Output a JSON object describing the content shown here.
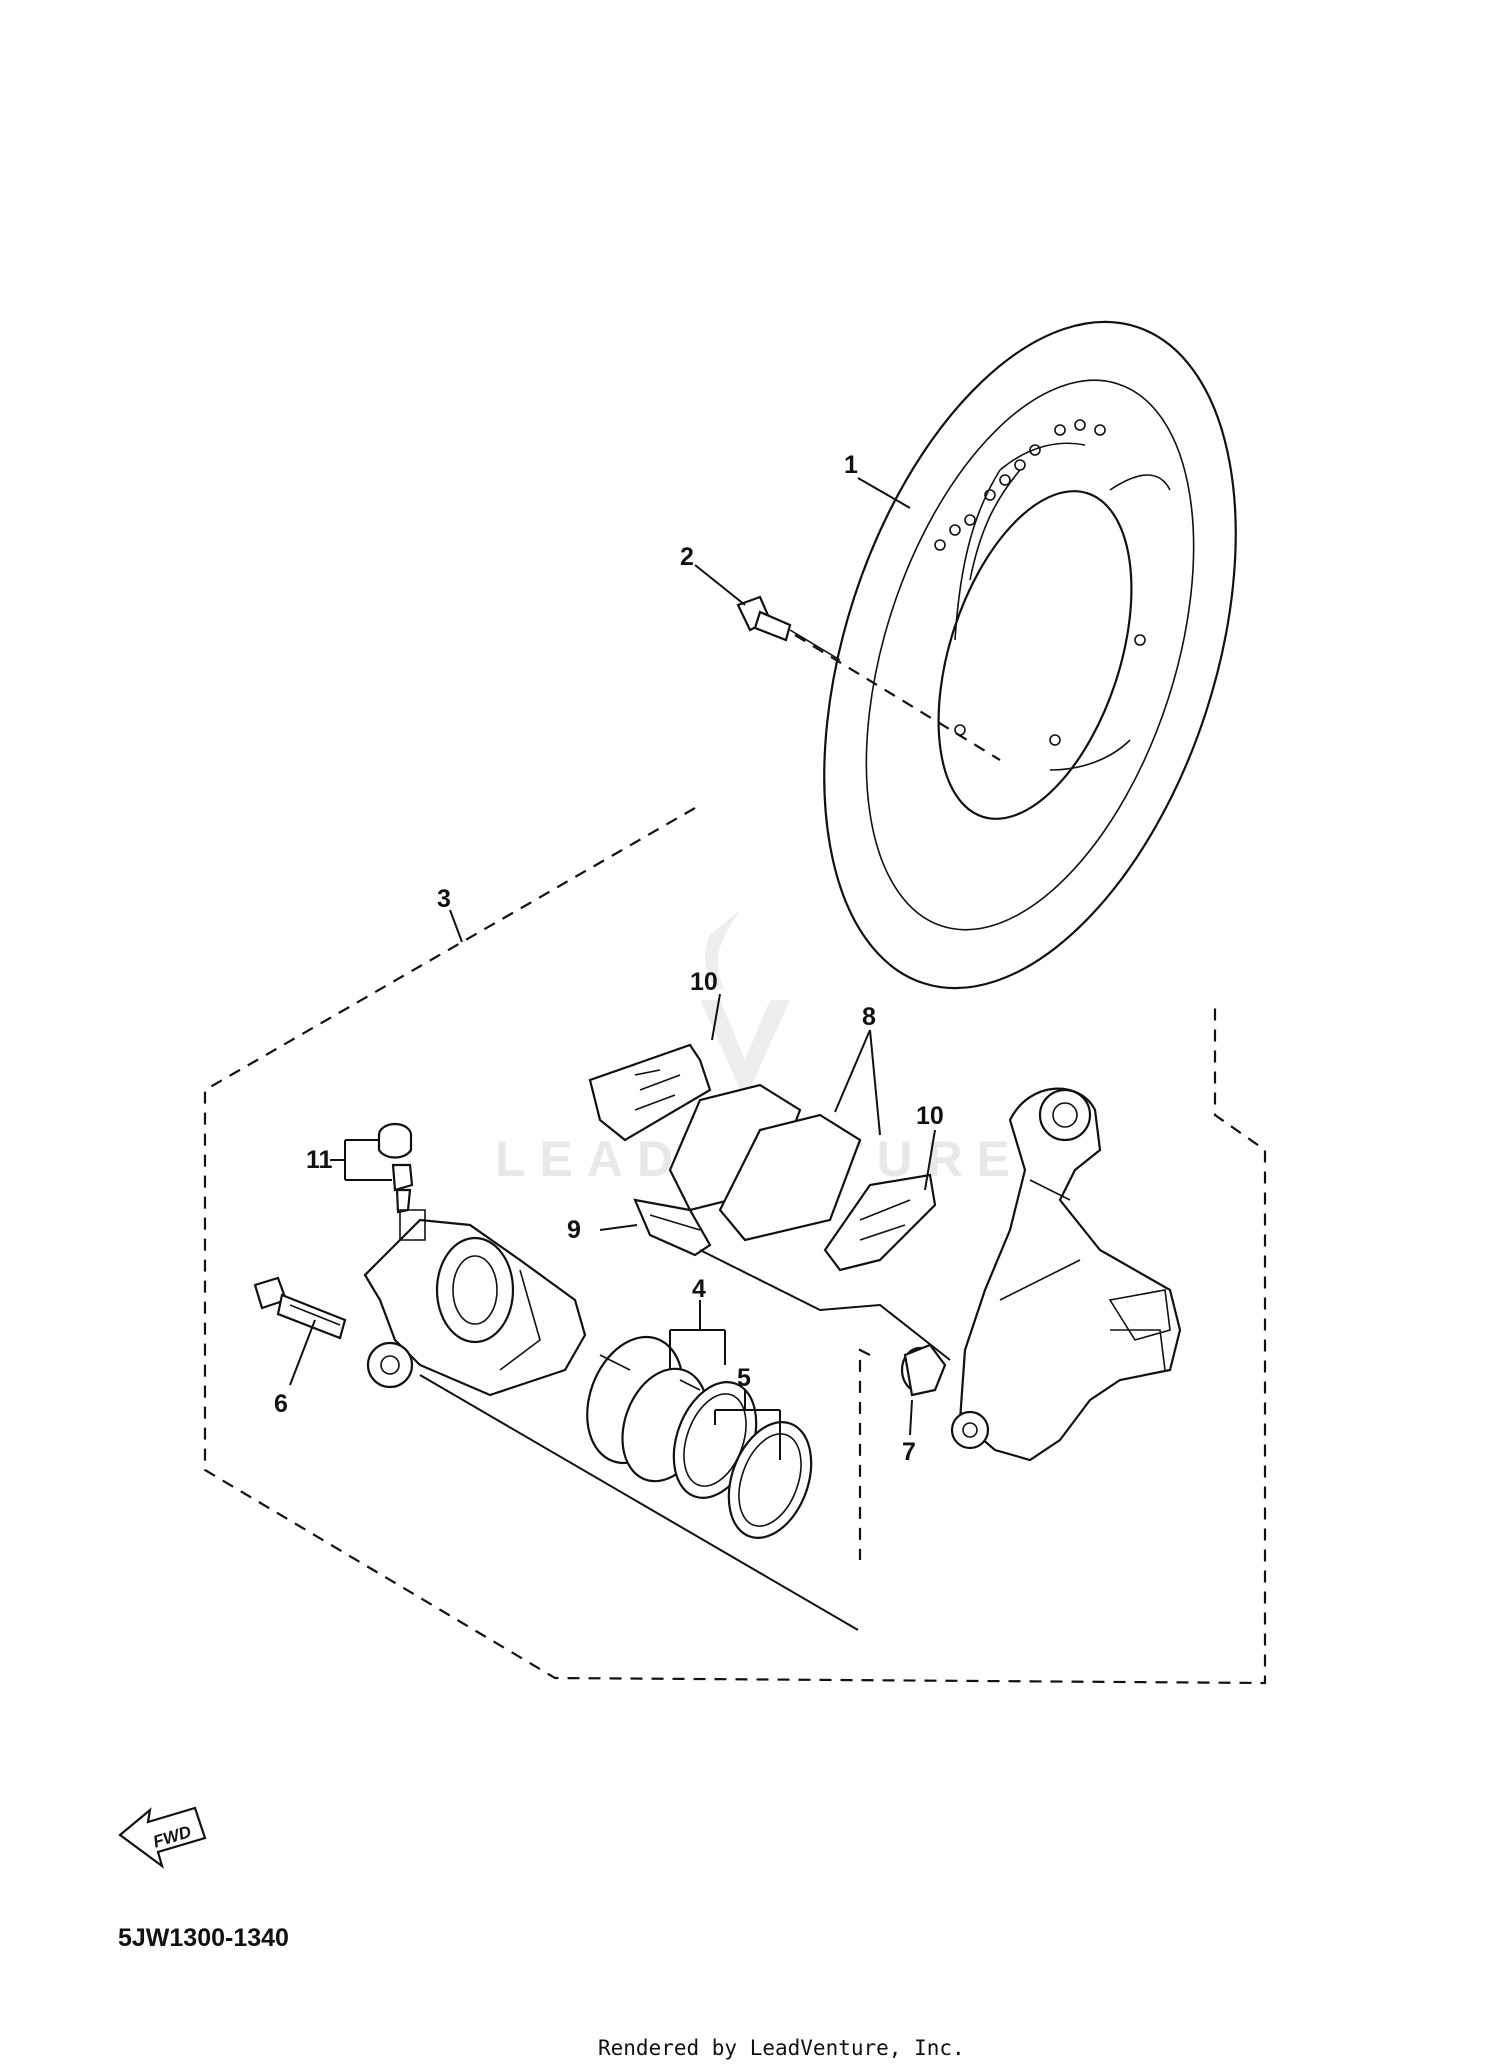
{
  "diagram": {
    "callouts": {
      "c1": "1",
      "c2": "2",
      "c3": "3",
      "c4": "4",
      "c5": "5",
      "c6": "6",
      "c7": "7",
      "c8": "8",
      "c9": "9",
      "c10a": "10",
      "c10b": "10",
      "c11": "11"
    },
    "watermark": "LEADVENTURE",
    "fwd_label": "FWD",
    "diagram_code": "5JW1300-1340",
    "footer": "Rendered by LeadVenture, Inc."
  }
}
